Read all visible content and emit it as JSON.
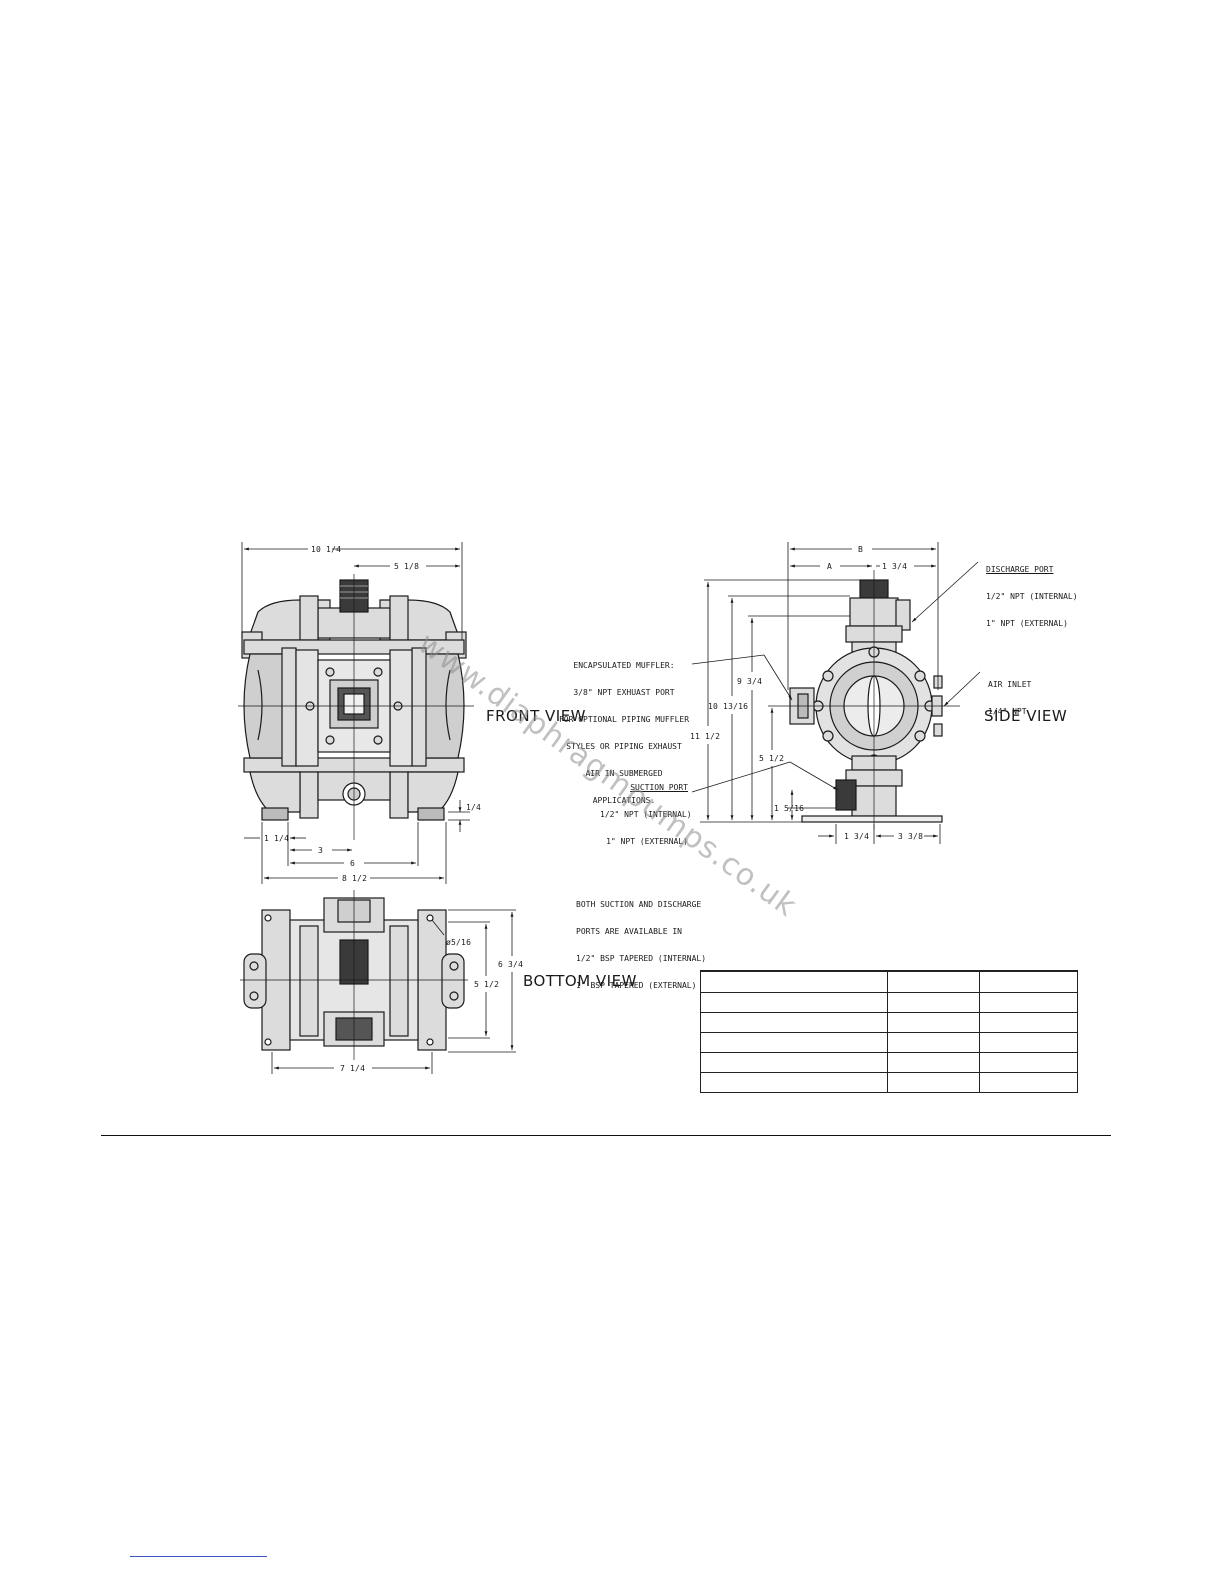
{
  "views": {
    "front": "FRONT VIEW",
    "side": "SIDE VIEW",
    "bottom": "BOTTOM VIEW"
  },
  "front_dims": {
    "overall_width": "10 1/4",
    "half_width": "5 1/8",
    "foot_gap": "1/4",
    "foot_width": "1 1/4",
    "inner_3": "3",
    "inner_6": "6",
    "base_8_1_2": "8 1/2"
  },
  "side_dims": {
    "b": "B",
    "a": "A",
    "top_1_3_4": "1 3/4",
    "h_11_1_2": "11 1/2",
    "h_10_13_16": "10 13/16",
    "h_9_3_4": "9 3/4",
    "h_5_1_2": "5 1/2",
    "h_1_5_16": "1 5/16",
    "base_1_3_4": "1 3/4",
    "base_3_3_8": "3 3/8"
  },
  "bottom_dims": {
    "hole": "ø5/16",
    "h_6_3_4": "6 3/4",
    "h_5_1_2": "5 1/2",
    "w_7_1_4": "7 1/4"
  },
  "callouts": {
    "muffler": [
      "ENCAPSULATED MUFFLER:",
      "3/8\" NPT EXHUAST PORT",
      "FOR OPTIONAL PIPING MUFFLER",
      "STYLES OR PIPING EXHAUST",
      "AIR IN SUBMERGED",
      "APPLICATIONS."
    ],
    "discharge_title": "DISCHARGE PORT",
    "discharge_lines": [
      "1/2\" NPT (INTERNAL)",
      "1\" NPT (EXTERNAL)"
    ],
    "air_title": "AIR INLET",
    "air_line": "1/4\" NPT",
    "suction_title": "SUCTION PORT",
    "suction_lines": [
      "1/2\" NPT (INTERNAL)",
      "1\" NPT (EXTERNAL)"
    ],
    "bsp_note": [
      "BOTH SUCTION AND DISCHARGE",
      "PORTS ARE AVAILABLE IN",
      "1/2\" BSP TAPERED (INTERNAL)",
      "1\" BSP TAPERED (EXTERNAL)"
    ]
  },
  "watermark": "www.diaphragmpumps.co.uk",
  "colors": {
    "ink": "#1a1a1a",
    "part_fill": "#d9d9d9",
    "dark_fill": "#3a3a3a",
    "watermark": "#8c8c8c",
    "link": "#3a52c4"
  }
}
